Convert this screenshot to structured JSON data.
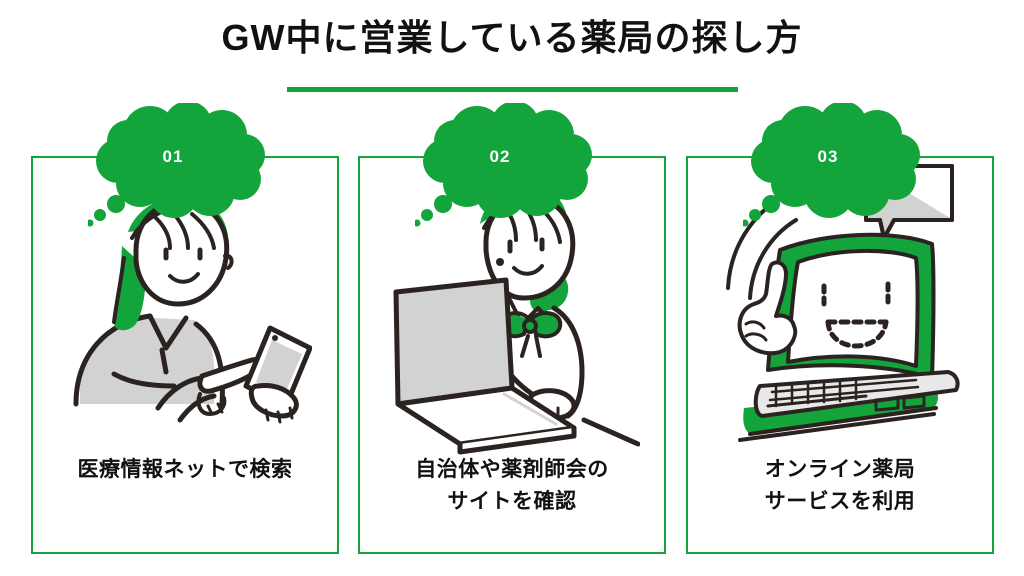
{
  "page": {
    "title": "GW中に営業している薬局の探し方",
    "background_color": "#ffffff",
    "accent_color": "#13a53c",
    "text_color": "#111111",
    "line_color": "#2b2320",
    "shade_color": "#d2d2d2"
  },
  "cards": [
    {
      "number": "01",
      "caption_line1": "医療情報ネットで検索",
      "caption_line2": "",
      "illustration": "woman-with-smartphone-icon"
    },
    {
      "number": "02",
      "caption_line1": "自治体や薬剤師会の",
      "caption_line2": "サイトを確認",
      "illustration": "woman-with-laptop-icon"
    },
    {
      "number": "03",
      "caption_line1": "オンライン薬局",
      "caption_line2": "サービスを利用",
      "illustration": "laptop-smiling-face-icon"
    }
  ]
}
